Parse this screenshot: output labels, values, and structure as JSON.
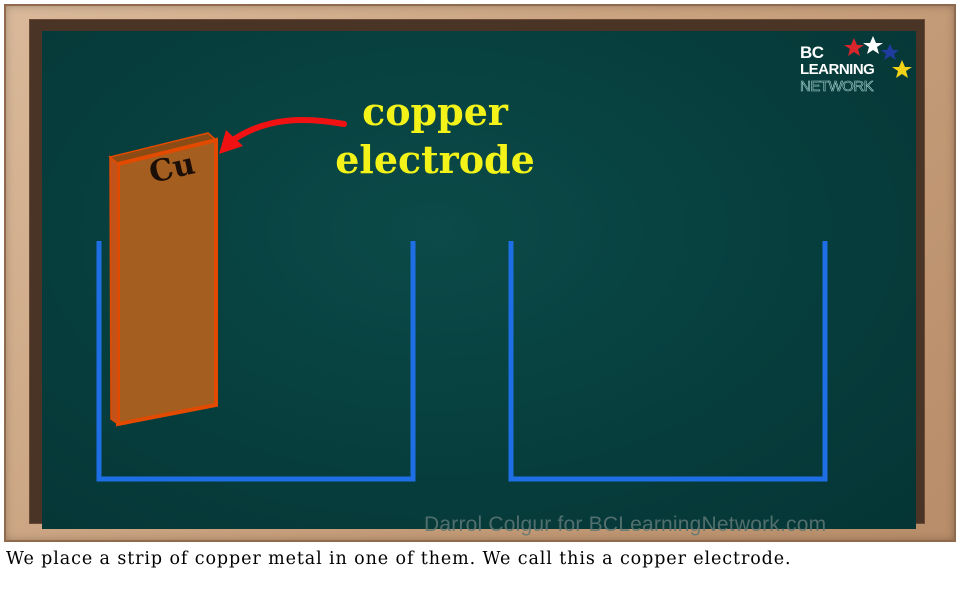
{
  "diagram": {
    "label_line1": "copper",
    "label_line2": "electrode",
    "electrode_symbol": "Cu",
    "logo": {
      "line1": "BC",
      "line2": "LEARNING",
      "line3": "NETWORK"
    },
    "credit": "Darrol Colgur for BCLearningNetwork.com",
    "colors": {
      "board": "#063e3d",
      "beaker": "#1e6fe6",
      "copper": "#a35e20",
      "copper_edge": "#e24a00",
      "label": "#f3f319",
      "arrow": "#f01212"
    }
  },
  "caption": "We place a strip of copper metal in one of them. We call this a copper electrode."
}
